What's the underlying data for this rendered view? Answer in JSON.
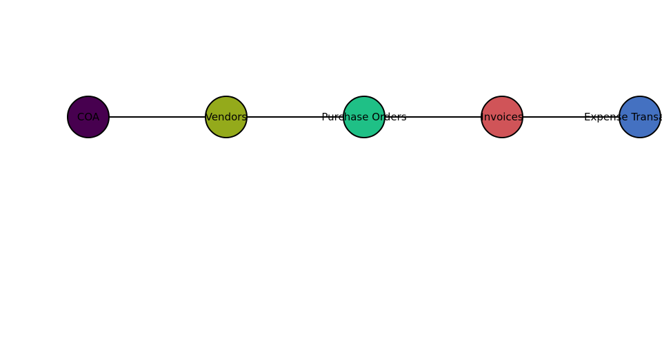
{
  "diagram": {
    "nodes": [
      {
        "id": "coa",
        "label": "COA",
        "color": "#47004f"
      },
      {
        "id": "vendors",
        "label": "Vendors",
        "color": "#94aa1b"
      },
      {
        "id": "purchase-orders",
        "label": "Purchase Orders",
        "color": "#1fc086"
      },
      {
        "id": "invoices",
        "label": "Invoices",
        "color": "#d05458"
      },
      {
        "id": "expense-transactions",
        "label": "Expense Transactions",
        "color": "#4471c1"
      }
    ],
    "edges": [
      {
        "from": "coa",
        "to": "vendors"
      },
      {
        "from": "vendors",
        "to": "purchase-orders"
      },
      {
        "from": "purchase-orders",
        "to": "invoices"
      },
      {
        "from": "invoices",
        "to": "expense-transactions"
      }
    ],
    "stroke_color": "#000000"
  }
}
